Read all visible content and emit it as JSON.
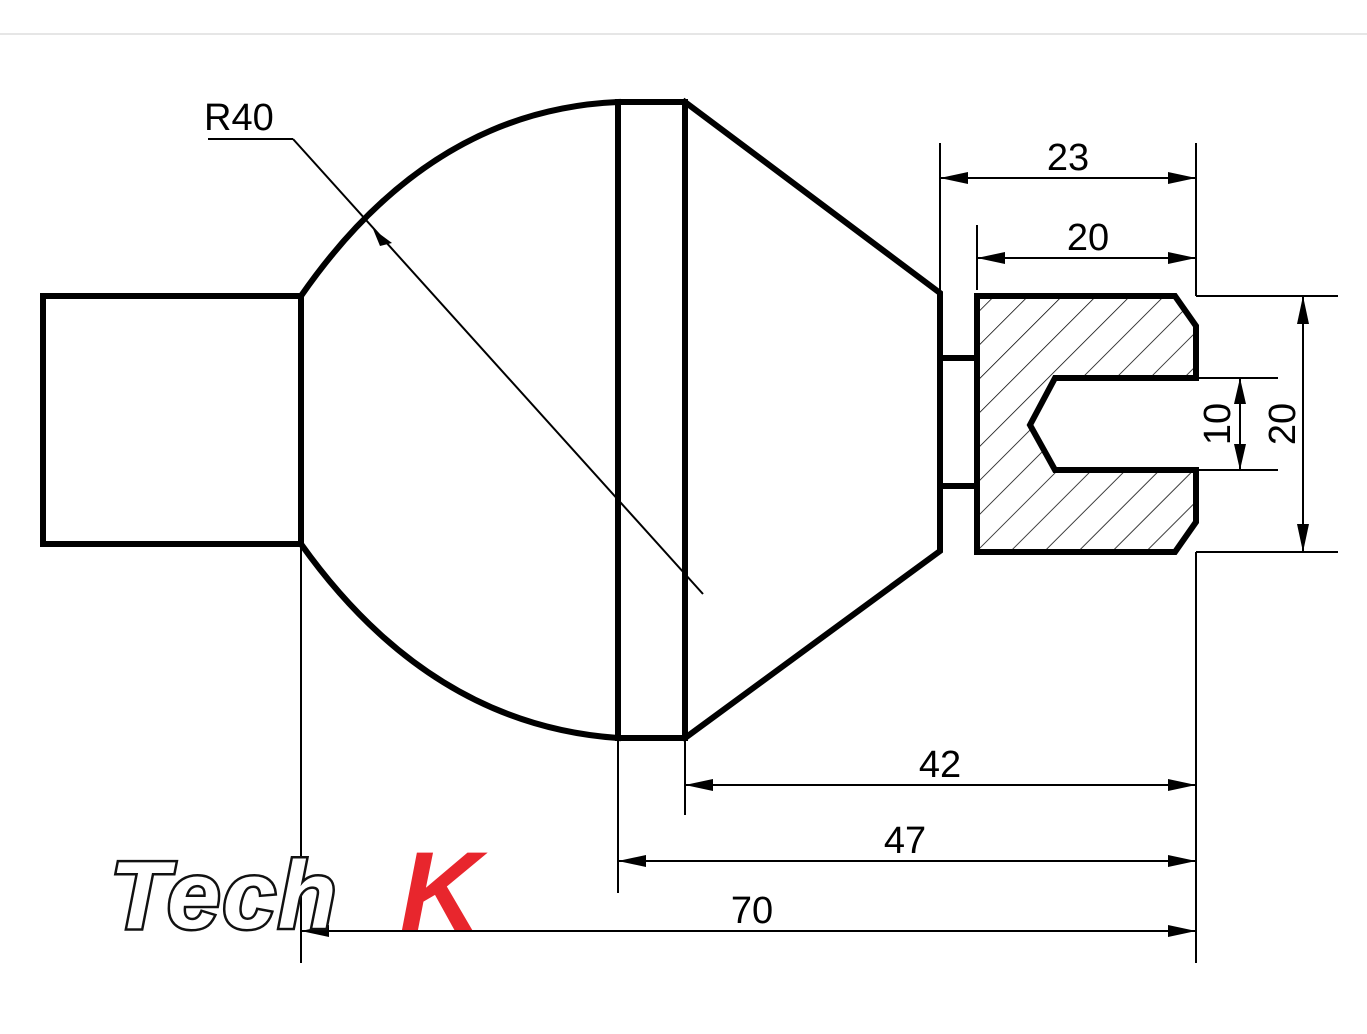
{
  "drawing": {
    "radius_label": "R40",
    "dimensions": {
      "width_23": "23",
      "width_20": "20",
      "slot_10": "10",
      "height_20": "20",
      "length_42": "42",
      "length_47": "47",
      "length_70": "70"
    }
  },
  "logo": {
    "text_main": "Tech",
    "text_accent": "K",
    "accent_color": "#e8262d"
  }
}
